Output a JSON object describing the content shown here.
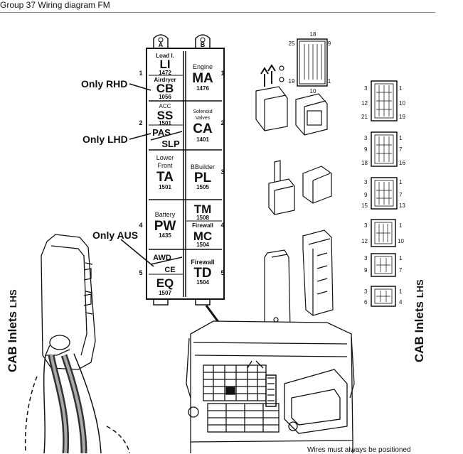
{
  "header": {
    "title": "Group 37 Wiring diagram FM"
  },
  "labels": {
    "only_rhd": "Only RHD",
    "only_lhd": "Only LHD",
    "only_aus": "Only AUS"
  },
  "side_left": {
    "main": "CAB Inlets",
    "sub": "LHS"
  },
  "side_right": {
    "main": "CAB Inlets",
    "sub": "LHS"
  },
  "columns": [
    "A",
    "B"
  ],
  "rows": [
    "1",
    "2",
    "3",
    "4",
    "5"
  ],
  "cells": {
    "li": {
      "top": "Load l.",
      "code": "LI",
      "num": "1472"
    },
    "cb": {
      "top": "Airdryer",
      "code": "CB",
      "num": "1056"
    },
    "ma": {
      "top": "Engine",
      "code": "MA",
      "num": "1476"
    },
    "ss": {
      "top": "ACC",
      "code": "SS",
      "num": "1501"
    },
    "pas": {
      "code1": "PAS",
      "code2": "SLP"
    },
    "ca": {
      "top1": "Solenoid",
      "top2": "Valves",
      "code": "CA",
      "num": "1401"
    },
    "ta": {
      "top1": "Lower",
      "top2": "Front",
      "code": "TA",
      "num": "1501"
    },
    "pl": {
      "top": "BBuilder",
      "code": "PL",
      "num": "1505"
    },
    "pw": {
      "top": "Battery",
      "code": "PW",
      "num": "1435"
    },
    "tm": {
      "code": "TM",
      "num": "1508"
    },
    "mc": {
      "top": "Firewall",
      "code": "MC",
      "num": "1504"
    },
    "awd": {
      "code1": "AWD",
      "code2": "CE"
    },
    "eq": {
      "code": "EQ",
      "num": "1507"
    },
    "td": {
      "top": "Firewall",
      "code": "TD",
      "num": "1504"
    }
  },
  "connector_top": {
    "n18": "18",
    "n25": "25",
    "n9": "9",
    "n19": "19",
    "n1": "1",
    "n10": "10"
  },
  "right_connectors": [
    {
      "tl": "3",
      "tr": "1",
      "ml": "12",
      "mr": "10",
      "bl": "21",
      "br": "19"
    },
    {
      "tl": "3",
      "tr": "1",
      "ml": "9",
      "mr": "7",
      "bl": "18",
      "br": "16"
    },
    {
      "tl": "3",
      "tr": "1",
      "ml": "9",
      "mr": "7",
      "bl": "15",
      "br": "13"
    },
    {
      "tl": "3",
      "tr": "1",
      "bl": "12",
      "br": "10"
    },
    {
      "tl": "3",
      "tr": "1",
      "bl": "9",
      "br": "7"
    },
    {
      "tl": "3",
      "tr": "1",
      "bl": "6",
      "br": "4"
    }
  ],
  "footer": "Wires must always be positioned"
}
